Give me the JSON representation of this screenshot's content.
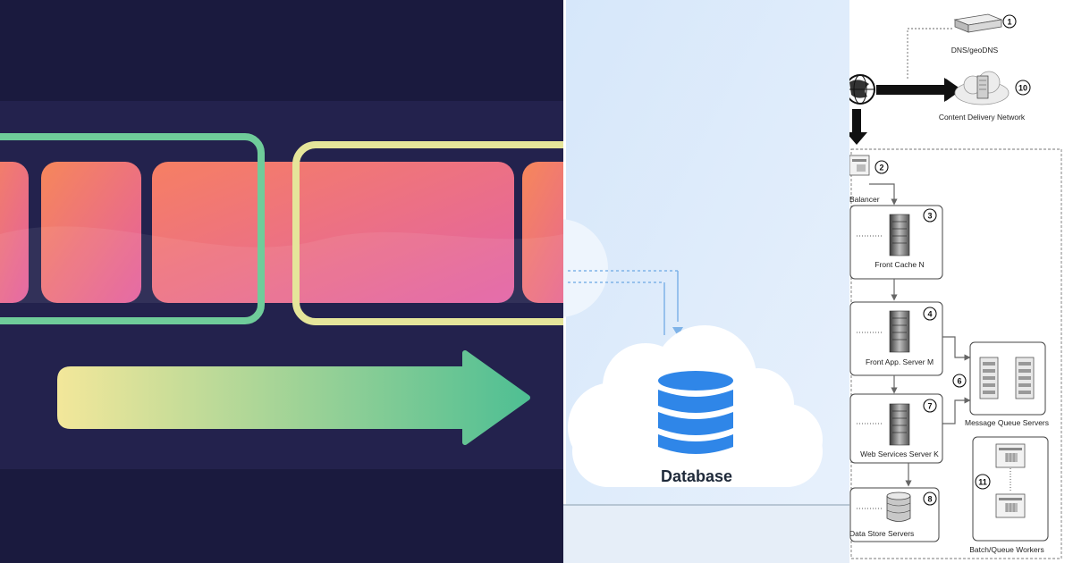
{
  "panels": {
    "queue_illustration": {
      "colors": {
        "background": "#1a1a3e",
        "band": "#23224d",
        "block_start": "#f6875a",
        "block_end": "#e45f9f",
        "frame_green": "#6fcc9a",
        "frame_yellow": "#e5e59a",
        "arrow_start": "#f2e79a",
        "arrow_end": "#4fbf93"
      }
    },
    "cloud_database": {
      "label": "Database",
      "colors": {
        "background": "#dbeafb",
        "cloud": "#ffffff",
        "db_icon": "#2f86e8"
      }
    },
    "architecture": {
      "nodes": [
        {
          "id": "dns",
          "label": "DNS/geoDNS",
          "number": "1"
        },
        {
          "id": "cdn",
          "label": "Content Delivery Network",
          "number": "10"
        },
        {
          "id": "lb",
          "label": "Balancer",
          "number": "2"
        },
        {
          "id": "cache",
          "label": "Front Cache N",
          "number": "3"
        },
        {
          "id": "app",
          "label": "Front App. Server M",
          "number": "4"
        },
        {
          "id": "mq",
          "label": "Message Queue Servers",
          "number": "6"
        },
        {
          "id": "ws",
          "label": "Web Services Server K",
          "number": "7"
        },
        {
          "id": "ds",
          "label": "Data Store Servers",
          "number": "8"
        },
        {
          "id": "batch",
          "label": "Batch/Queue Workers",
          "number": "11"
        }
      ]
    }
  }
}
